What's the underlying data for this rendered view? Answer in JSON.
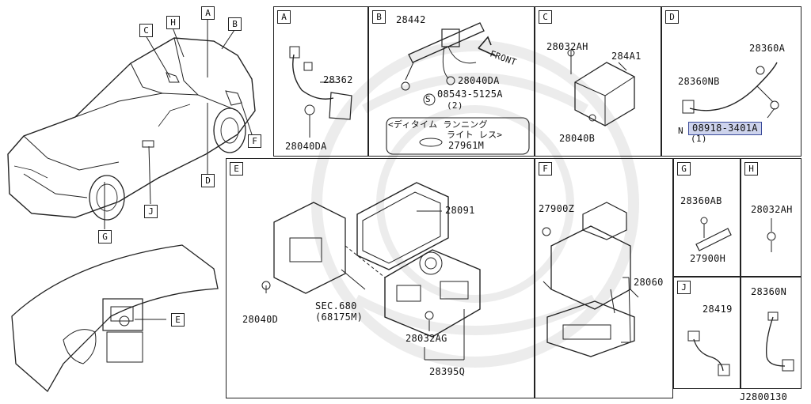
{
  "diagram_id": "J2800130",
  "overview_callouts": [
    "A",
    "H",
    "B",
    "C",
    "F",
    "D",
    "J",
    "G",
    "E"
  ],
  "panels": {
    "A": {
      "tag": "A",
      "parts": [
        "28362",
        "28040DA"
      ]
    },
    "B": {
      "tag": "B",
      "parts": [
        "28442",
        "28040DA",
        "08543-5125A",
        "(2)",
        "27961M"
      ],
      "front_label": "FRONT",
      "note_line1": "<ディタイム ランニング",
      "note_line2": "ライト レス>"
    },
    "C": {
      "tag": "C",
      "parts": [
        "28032AH",
        "284A1",
        "28040B"
      ]
    },
    "D": {
      "tag": "D",
      "parts": [
        "28360A",
        "28360NB",
        "08918-3401A",
        "(1)"
      ],
      "highlighted_part": "08918-3401A"
    },
    "E": {
      "tag": "E",
      "parts": [
        "28091",
        "28040D",
        "SEC.680",
        "(68175M)",
        "28032AG",
        "28395Q"
      ]
    },
    "F": {
      "tag": "F",
      "parts": [
        "27900Z",
        "28060"
      ]
    },
    "G": {
      "tag": "G",
      "parts": [
        "28360AB",
        "27900H"
      ]
    },
    "H": {
      "tag": "H",
      "parts": [
        "28032AH"
      ]
    },
    "J": {
      "tag": "J",
      "parts": [
        "28419",
        "28360N"
      ]
    }
  },
  "symbols": {
    "S": "S",
    "N": "N"
  }
}
